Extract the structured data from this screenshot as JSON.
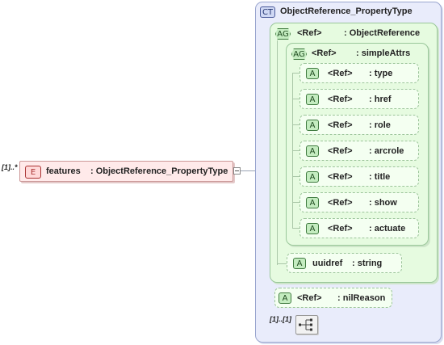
{
  "diagram": {
    "root_element": {
      "badge": "E",
      "multiplicity": "[1]..*",
      "name": "features",
      "type": ": ObjectReference_PropertyType"
    },
    "complex_type": {
      "badge": "CT",
      "name": "ObjectReference_PropertyType"
    },
    "attribute_group_outer": {
      "badge": "AG",
      "ref": "<Ref>",
      "name": ": ObjectReference"
    },
    "attribute_group_inner": {
      "badge": "AG",
      "ref": "<Ref>",
      "name": ": simpleAttrs"
    },
    "simple_attrs": [
      {
        "badge": "A",
        "ref": "<Ref>",
        "name": ": type"
      },
      {
        "badge": "A",
        "ref": "<Ref>",
        "name": ": href"
      },
      {
        "badge": "A",
        "ref": "<Ref>",
        "name": ": role"
      },
      {
        "badge": "A",
        "ref": "<Ref>",
        "name": ": arcrole"
      },
      {
        "badge": "A",
        "ref": "<Ref>",
        "name": ": title"
      },
      {
        "badge": "A",
        "ref": "<Ref>",
        "name": ": show"
      },
      {
        "badge": "A",
        "ref": "<Ref>",
        "name": ": actuate"
      }
    ],
    "uuidref_attr": {
      "badge": "A",
      "name": "uuidref",
      "type": ": string"
    },
    "nilreason_attr": {
      "badge": "A",
      "ref": "<Ref>",
      "name": ": nilReason"
    },
    "sequence": {
      "multiplicity": "[1]..[1]"
    }
  }
}
